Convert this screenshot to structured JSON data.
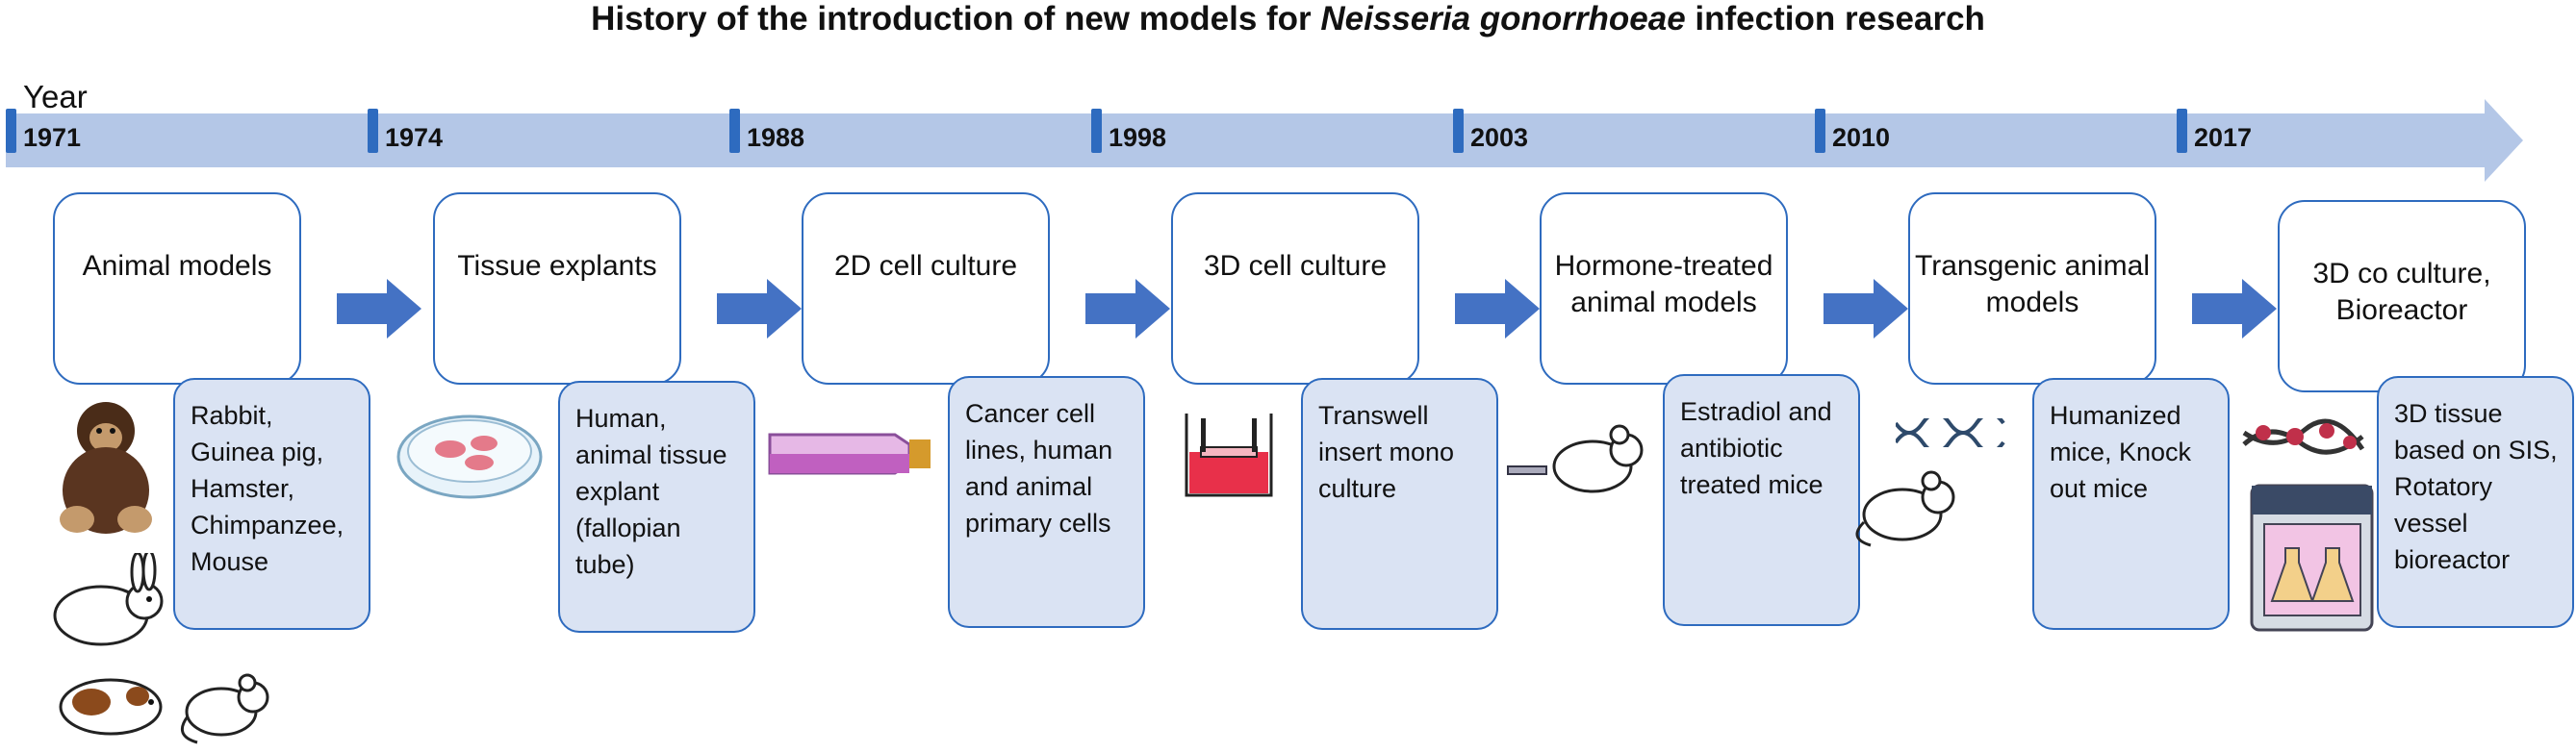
{
  "title": {
    "prefix": "History of the introduction of new models for ",
    "species": "Neisseria gonorrhoeae",
    "suffix": " infection research"
  },
  "year_label": "Year",
  "colors": {
    "timeline": "#b4c7e7",
    "tick": "#2e6bbf",
    "box_border": "#2e6bbf",
    "example_fill": "#dae3f3",
    "arrow": "#4472c4"
  },
  "stages": [
    {
      "year": "1971",
      "model": "Animal models",
      "examples": "Rabbit, Guinea pig, Hamster, Chimpanzee, Mouse"
    },
    {
      "year": "1974",
      "model": "Tissue explants",
      "examples": "Human, animal tissue explant (fallopian tube)"
    },
    {
      "year": "1988",
      "model": "2D cell culture",
      "examples": "Cancer cell lines, human and animal primary cells"
    },
    {
      "year": "1998",
      "model": "3D cell culture",
      "examples": "Transwell insert mono culture"
    },
    {
      "year": "2003",
      "model": "Hormone-treated animal models",
      "examples": "Estradiol and antibiotic treated mice"
    },
    {
      "year": "2010",
      "model": "Transgenic animal models",
      "examples": "Humanized mice, Knock out mice"
    },
    {
      "year": "2017",
      "model": "3D co culture, Bioreactor",
      "examples": "3D tissue based on SIS, Rotatory vessel bioreactor"
    }
  ]
}
